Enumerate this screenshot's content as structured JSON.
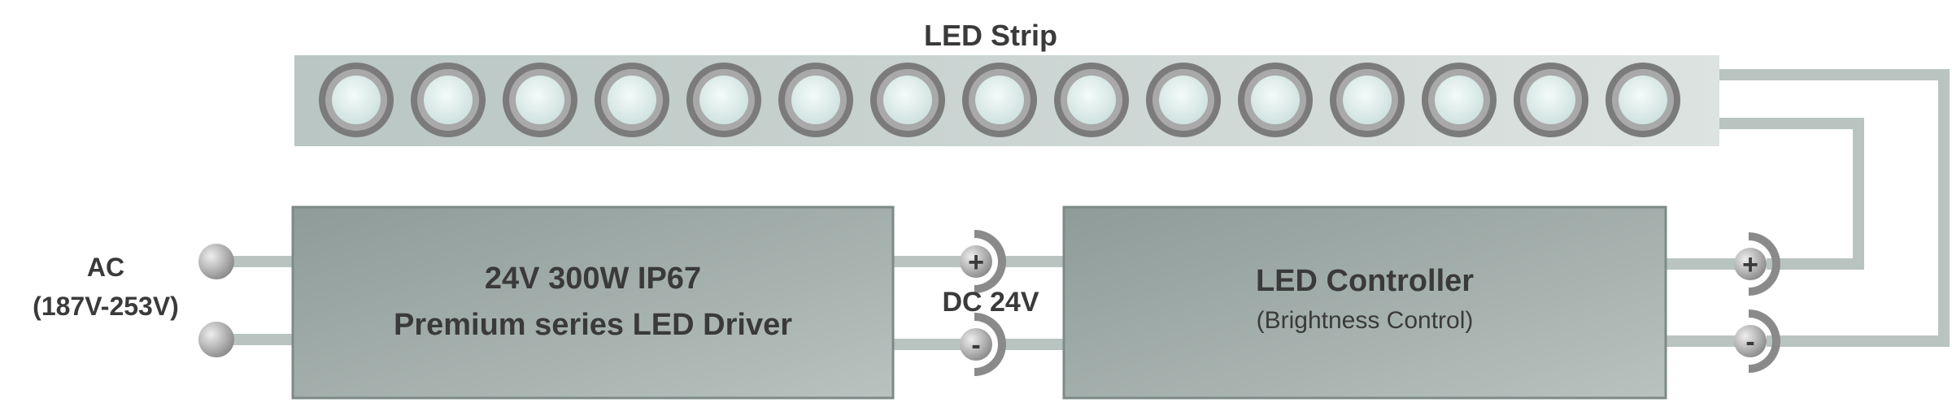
{
  "strip": {
    "title": "LED Strip",
    "led_count": 15
  },
  "input": {
    "line1": "AC",
    "line2": "(187V-253V)"
  },
  "driver": {
    "line1": "24V 300W IP67",
    "line2": "Premium series LED Driver"
  },
  "dc_label": "DC 24V",
  "controller": {
    "title": "LED Controller",
    "subtitle": "(Brightness Control)"
  },
  "terminals": {
    "plus": "+",
    "minus": "-"
  }
}
